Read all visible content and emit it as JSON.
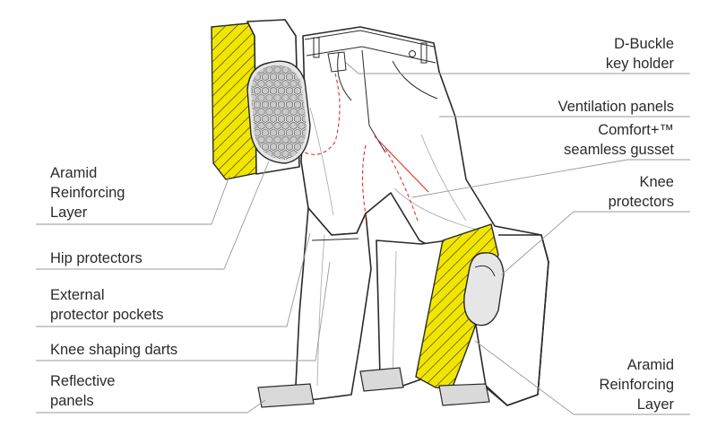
{
  "colors": {
    "aramid_yellow": "#f2e600",
    "hatch_line": "#3a3a2a",
    "outline": "#2a2a2a",
    "leader": "#9a9a9a",
    "red_seam": "#d8342c",
    "pad_grey": "#e6e6e6"
  },
  "labels": {
    "d_buckle": [
      "D-Buckle",
      "key holder"
    ],
    "ventilation": [
      "Ventilation panels"
    ],
    "comfort": [
      "Comfort+™",
      "seamless gusset"
    ],
    "knee_protectors": [
      "Knee",
      "protectors"
    ],
    "aramid_right": [
      "Aramid",
      "Reinforcing",
      "Layer"
    ],
    "aramid_left": [
      "Aramid",
      "Reinforcing",
      "Layer"
    ],
    "hip_protectors": [
      "Hip protectors"
    ],
    "external_pockets": [
      "External",
      "protector pockets"
    ],
    "knee_darts": [
      "Knee shaping darts"
    ],
    "reflective": [
      "Reflective",
      "panels"
    ]
  }
}
